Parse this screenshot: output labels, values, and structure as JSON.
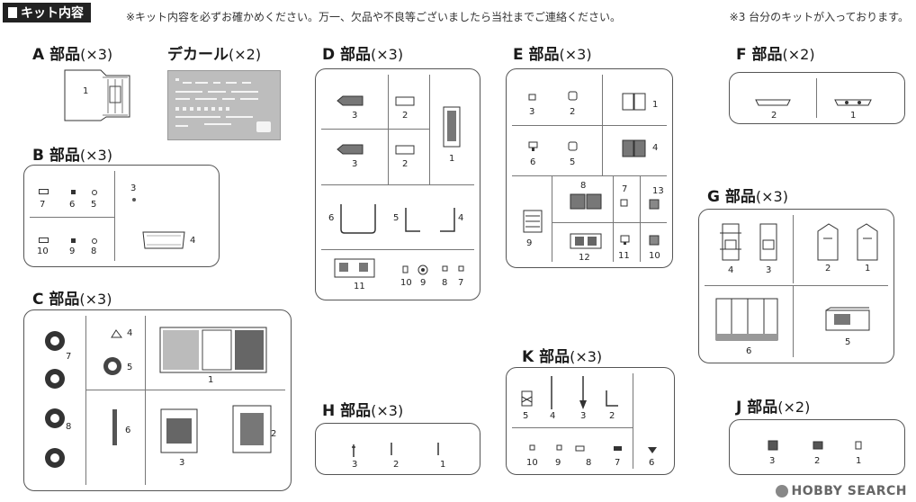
{
  "header": {
    "title": "キット内容",
    "note": "※キット内容を必ずお確かめください。万一、欠品や不良等ございましたら当社までご連絡ください。",
    "note2": "※3 台分のキットが入っております。"
  },
  "groups": {
    "A": {
      "name": "A 部品",
      "qty": "(×3)",
      "parts": [
        "1"
      ]
    },
    "decal": {
      "name": "デカール",
      "qty": "(×2)"
    },
    "B": {
      "name": "B 部品",
      "qty": "(×3)",
      "parts": [
        "7",
        "6",
        "5",
        "3",
        "10",
        "9",
        "8",
        "4"
      ]
    },
    "C": {
      "name": "C 部品",
      "qty": "(×3)",
      "parts": [
        "7",
        "8",
        "4",
        "5",
        "6",
        "1",
        "3",
        "2"
      ]
    },
    "D": {
      "name": "D 部品",
      "qty": "(×3)",
      "parts": [
        "3",
        "2",
        "3",
        "2",
        "1",
        "6",
        "5",
        "4",
        "11",
        "10",
        "9",
        "8",
        "7"
      ]
    },
    "E": {
      "name": "E 部品",
      "qty": "(×3)",
      "parts": [
        "3",
        "2",
        "1",
        "6",
        "5",
        "4",
        "9",
        "8",
        "7",
        "13",
        "12",
        "11",
        "10"
      ]
    },
    "F": {
      "name": "F 部品",
      "qty": "(×2)",
      "parts": [
        "2",
        "1"
      ]
    },
    "G": {
      "name": "G 部品",
      "qty": "(×3)",
      "parts": [
        "4",
        "3",
        "2",
        "1",
        "6",
        "5"
      ]
    },
    "H": {
      "name": "H 部品",
      "qty": "(×3)",
      "parts": [
        "3",
        "2",
        "1"
      ]
    },
    "K": {
      "name": "K 部品",
      "qty": "(×3)",
      "parts": [
        "5",
        "4",
        "3",
        "2",
        "10",
        "9",
        "8",
        "7",
        "6"
      ]
    },
    "J": {
      "name": "J 部品",
      "qty": "(×2)",
      "parts": [
        "3",
        "2",
        "1"
      ]
    }
  },
  "watermark": "HOBBY SEARCH"
}
